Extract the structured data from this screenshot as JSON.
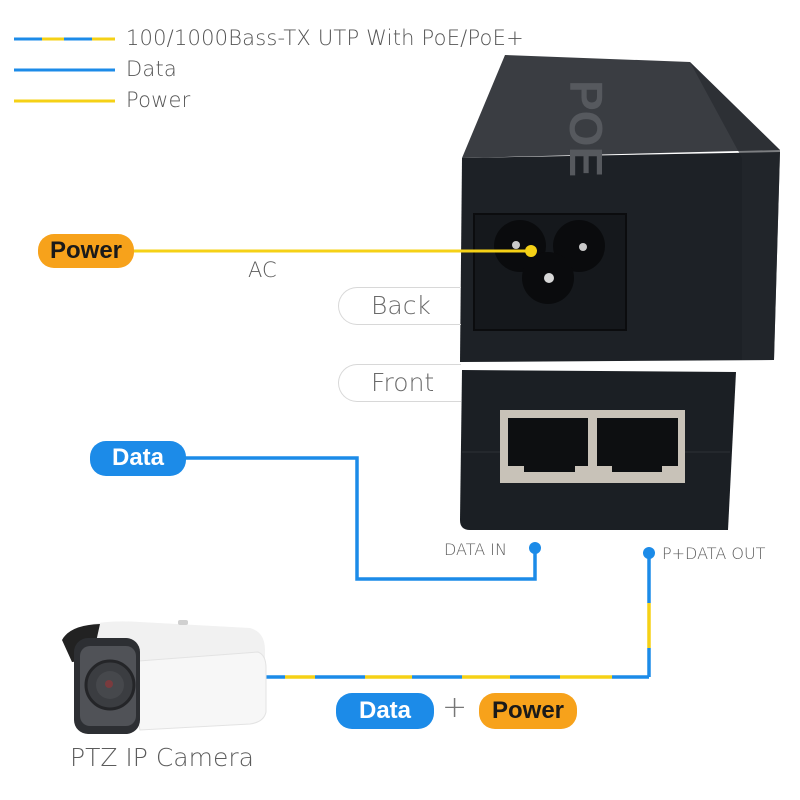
{
  "legend": [
    {
      "style": "dashed-blue-yellow",
      "label": "100/1000Bass-TX UTP With PoE/PoE+"
    },
    {
      "style": "solid-blue",
      "label": "Data"
    },
    {
      "style": "solid-yellow",
      "label": "Power"
    }
  ],
  "colors": {
    "data_blue": "#1c8be8",
    "power_yellow": "#f5d116",
    "power_badge": "#f7a21b",
    "device_black": "#1b1f24",
    "text_gray": "#5c5c5c"
  },
  "device": {
    "top_logo": "POE",
    "back_label": "Back",
    "front_label": "Front",
    "ac_label": "AC",
    "power_badge": "Power",
    "data_badge": "Data",
    "port_data_in": "DATA IN",
    "port_data_out": "P+DATA OUT"
  },
  "camera": {
    "label": "PTZ IP Camera"
  },
  "combined": {
    "data_badge": "Data",
    "plus": "+",
    "power_badge": "Power"
  }
}
